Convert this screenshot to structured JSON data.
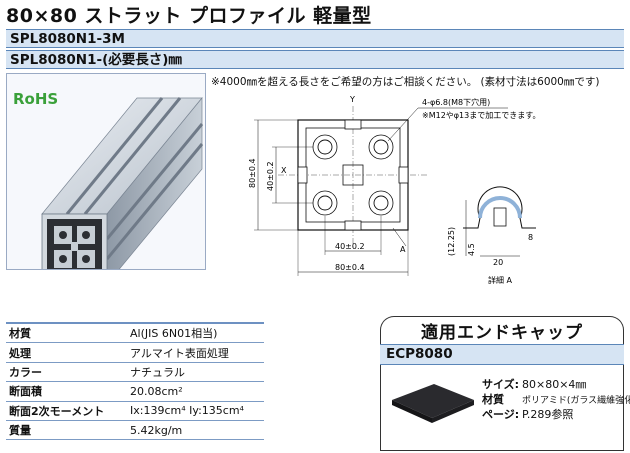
{
  "header": {
    "title": "80×80 ストラット プロファイル 軽量型",
    "code_1": "SPL8080N1-3M",
    "code_2": "SPL8080N1-(必要長さ)㎜"
  },
  "note": "※4000㎜を超える長さをご希望の方はご相談ください。 (素材寸法は6000㎜です)",
  "rohs_label": "RoHS",
  "drawing": {
    "y_axis": "Y",
    "x_axis": "X",
    "hole_label": "4-φ6.8(M8下穴用)",
    "hole_note": "※M12やφ13まで加工できます。",
    "dim_height_outer": "80±0.4",
    "dim_height_inner": "40±0.2",
    "dim_width_inner": "40±0.2",
    "dim_width_outer": "80±0.4",
    "detail_marker": "A",
    "detail_caption": "詳細 A",
    "detail_dim_1": "(12.25)",
    "detail_dim_2": "4.5",
    "detail_dim_3": "20",
    "detail_dim_4": "8"
  },
  "specs": [
    {
      "label": "材質",
      "value": "Al(JIS 6N01相当)"
    },
    {
      "label": "処理",
      "value": "アルマイト表面処理"
    },
    {
      "label": "カラー",
      "value": "ナチュラル"
    },
    {
      "label": "断面積",
      "value": "20.08cm²"
    },
    {
      "label": "断面2次モーメント",
      "value": "Ix:139cm⁴   Iy:135cm⁴"
    },
    {
      "label": "質量",
      "value": "5.42kg/m"
    }
  ],
  "endcap": {
    "title": "適用エンドキャップ",
    "code": "ECP8080",
    "size_label": "サイズ:",
    "size_value": "80×80×4㎜",
    "material_label": "材質",
    "material_value": "ポリアミド(ガラス繊維強化)",
    "page_label": "ページ:",
    "page_value": "P.289参照"
  }
}
